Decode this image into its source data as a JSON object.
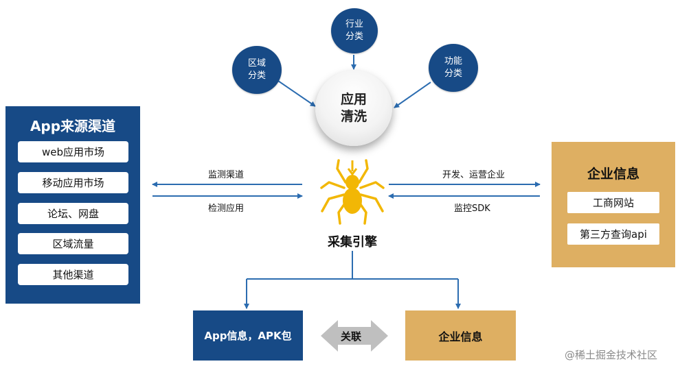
{
  "top_circles": {
    "industry": "行业\n分类",
    "region": "区域\n分类",
    "function": "功能\n分类"
  },
  "center": {
    "label": "应用\n清洗"
  },
  "left_panel": {
    "title": "App来源渠道",
    "items": [
      "web应用市场",
      "移动应用市场",
      "论坛、网盘",
      "区域流量",
      "其他渠道"
    ]
  },
  "right_panel": {
    "title": "企业信息",
    "items": [
      "工商网站",
      "第三方查询api"
    ]
  },
  "arrows": {
    "left_top": "监测渠道",
    "left_bottom": "检测应用",
    "right_top": "开发、运营企业",
    "right_bottom": "监控SDK"
  },
  "engine": {
    "label": "采集引擎"
  },
  "bottom": {
    "left_box": "App信息，APK包",
    "link": "关联",
    "right_box": "企业信息"
  },
  "watermark": "@稀土掘金技术社区",
  "colors": {
    "navy": "#174a86",
    "gold": "#deaf62",
    "arrow": "#2b6cb0",
    "spider": "#f2b705"
  }
}
